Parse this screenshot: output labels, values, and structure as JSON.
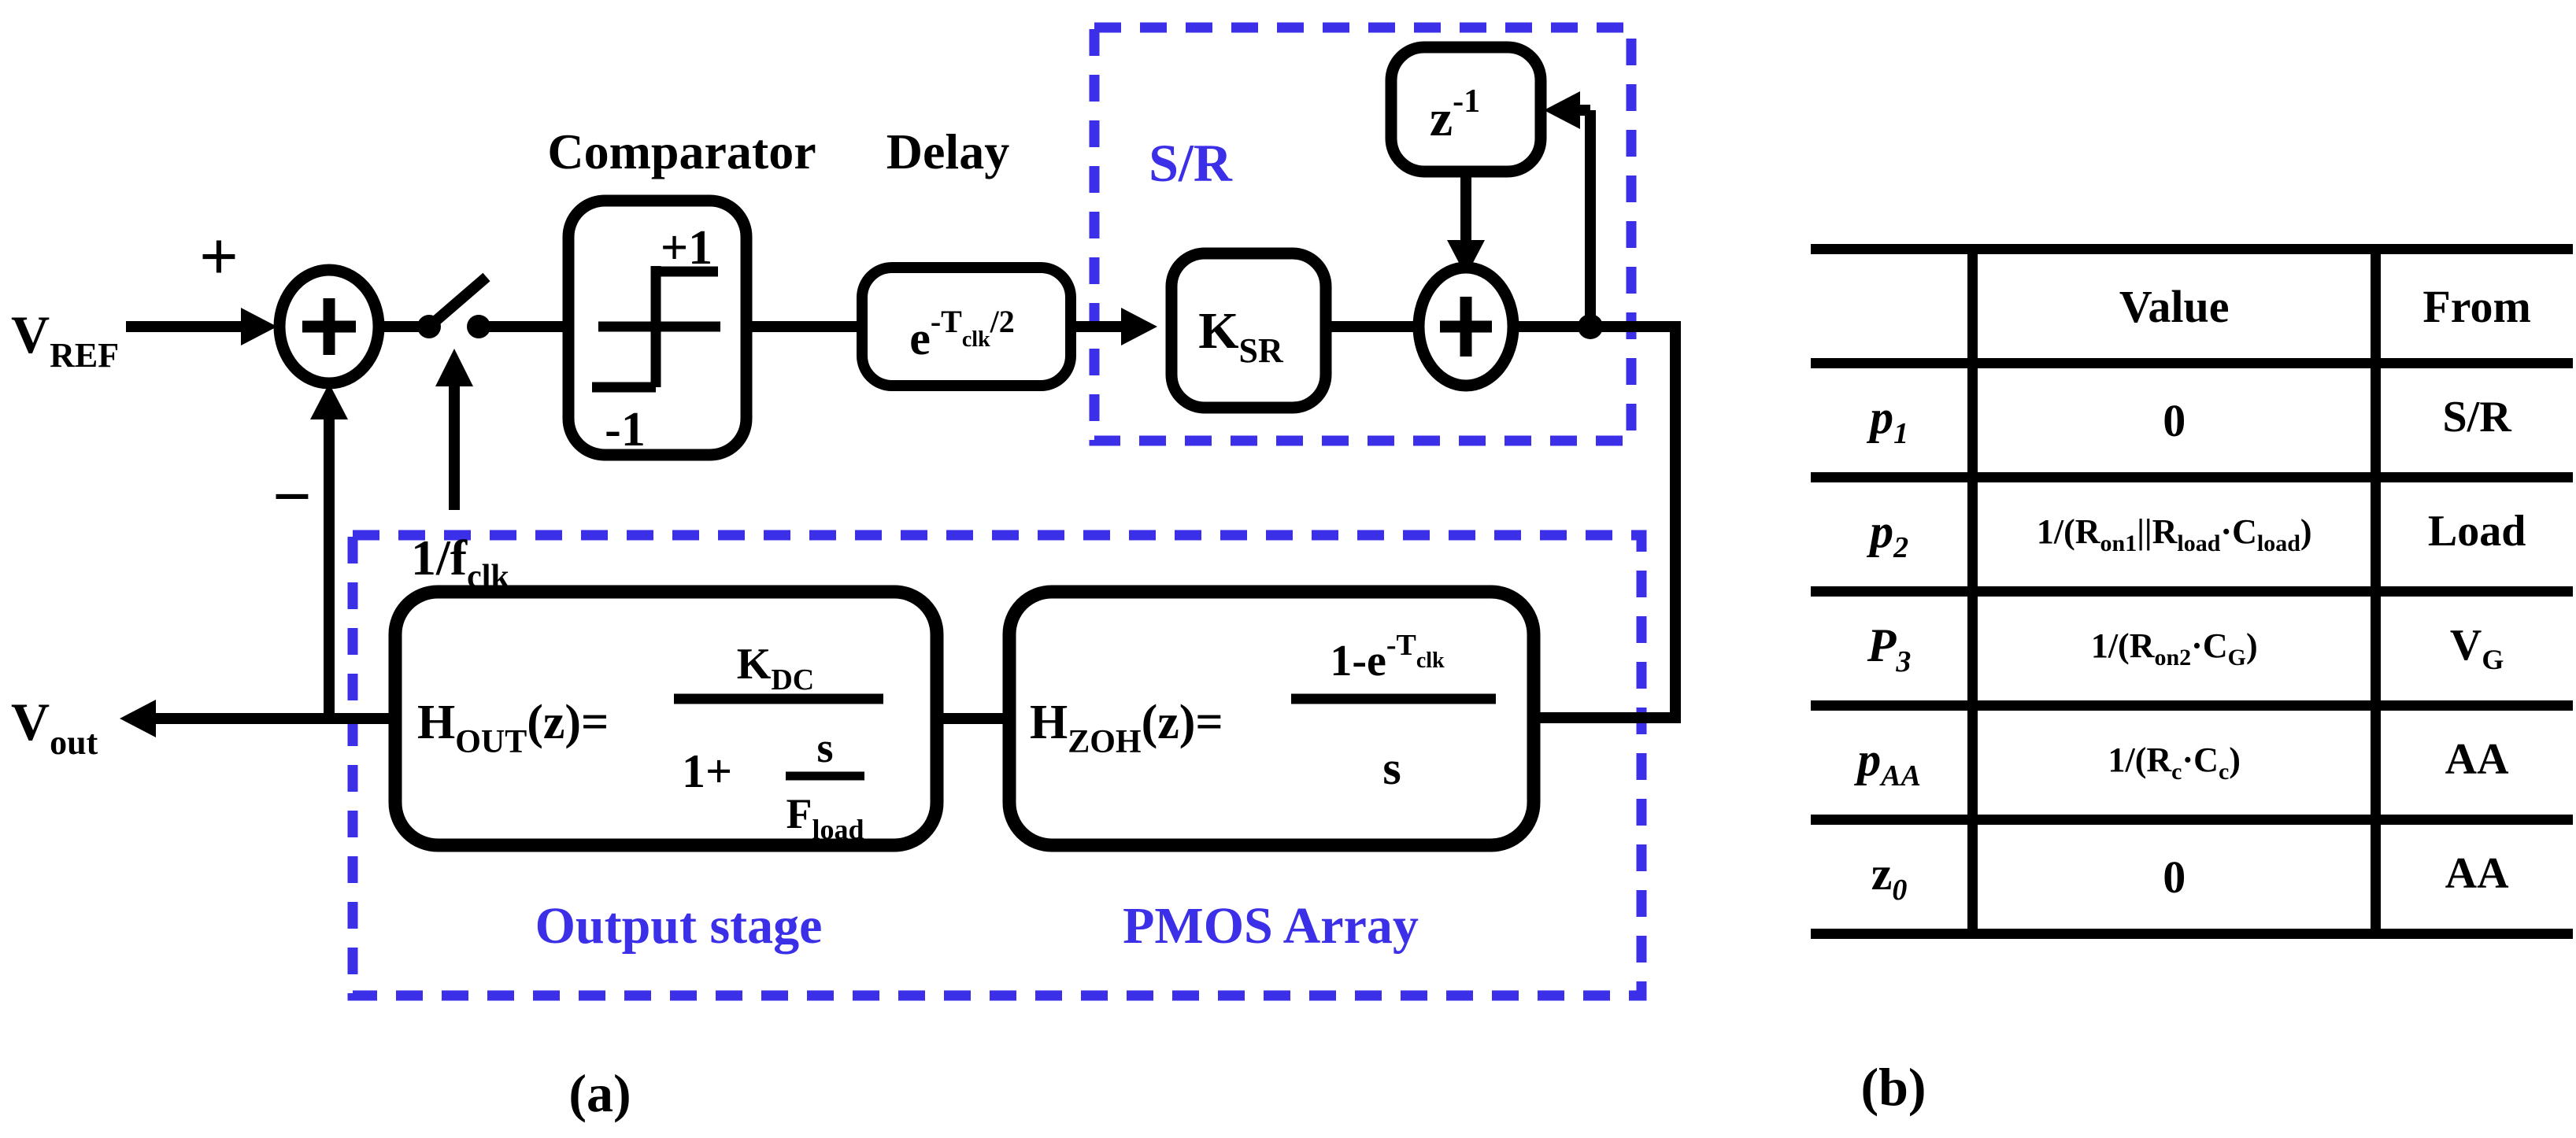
{
  "figure": {
    "panel_a_label": "(a)",
    "panel_b_label": "(b)"
  },
  "colors": {
    "accent_blue": "#3B2FE8",
    "line_black": "#000000",
    "background": "#FFFFFF"
  },
  "diagram": {
    "vref": {
      "base": "V",
      "sub": "REF"
    },
    "vout": {
      "base": "V",
      "sub": "out"
    },
    "sum_plus_sign": "+",
    "sum_minus_sign": "−",
    "clock_label": {
      "base": "1/f",
      "sub": "clk"
    },
    "comparator_title": "Comparator",
    "delay_title": "Delay",
    "comparator_levels": {
      "high": "+1",
      "low": "-1"
    },
    "delay_block": {
      "base": "e",
      "sup": "-T",
      "supsub": "clk",
      "suptail": "/2"
    },
    "sr_box_label": "S/R",
    "ksr_block": {
      "base": "K",
      "sub": "SR"
    },
    "unit_delay_block": {
      "base": "z",
      "sup": "-1"
    },
    "hout_block": {
      "h": "H",
      "h_sub": "OUT",
      "h_args": "(z)=",
      "num": "K",
      "num_sub": "DC",
      "den_prefix": "1+",
      "den_num": "s",
      "den_den": "F",
      "den_den_sub": "load"
    },
    "hzoh_block": {
      "h": "H",
      "h_sub": "ZOH",
      "h_args": "(z)=",
      "num": "1-e",
      "num_sup": "-T",
      "num_supsub": "clk",
      "den": "s"
    },
    "output_stage_label": "Output stage",
    "pmos_array_label": "PMOS Array"
  },
  "table": {
    "headers": {
      "param": "",
      "value": "Value",
      "from": "From"
    },
    "rows": [
      {
        "param": {
          "base": "p",
          "sub": "1"
        },
        "value": {
          "v1": "0"
        },
        "from": {
          "base": "S/R",
          "sub": ""
        }
      },
      {
        "param": {
          "base": "p",
          "sub": "2"
        },
        "value": {
          "v1": "1/(R",
          "s1": "on1",
          "v2": "||R",
          "s2": "load",
          "v3": "·C",
          "s3": "load",
          "v4": ")"
        },
        "from": {
          "base": "Load",
          "sub": ""
        }
      },
      {
        "param": {
          "base": "P",
          "sub": "3"
        },
        "value": {
          "v1": "1/(R",
          "s1": "on2",
          "v2": "·C",
          "s2": "G",
          "v3": ")"
        },
        "from": {
          "base": "V",
          "sub": "G"
        }
      },
      {
        "param": {
          "base": "p",
          "sub": "AA"
        },
        "value": {
          "v1": "1/(R",
          "s1": "c",
          "v2": "·C",
          "s2": "c",
          "v3": ")"
        },
        "from": {
          "base": "AA",
          "sub": ""
        }
      },
      {
        "param": {
          "base": "z",
          "sub": "0"
        },
        "value": {
          "v1": "0"
        },
        "from": {
          "base": "AA",
          "sub": ""
        }
      }
    ]
  }
}
